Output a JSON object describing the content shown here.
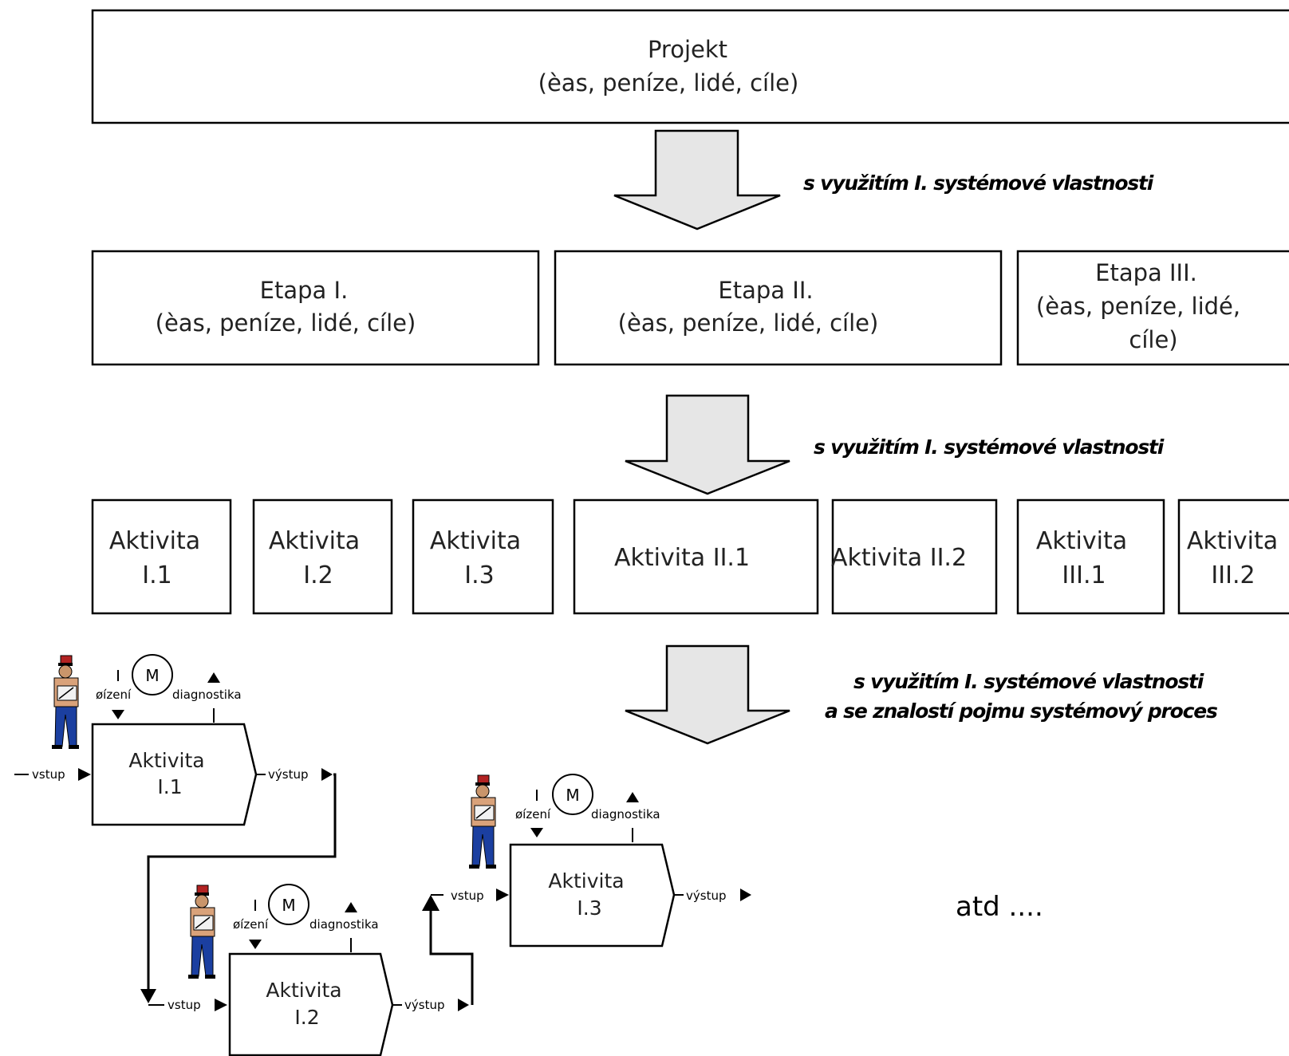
{
  "project": {
    "line1": "Projekt",
    "line2": "(èas, peníze, lidé, cíle)"
  },
  "notes": {
    "n1": "s využitím I. systémové vlastnosti",
    "n2": "s využitím I. systémové vlastnosti",
    "n3a": "s využitím I. systémové vlastnosti",
    "n3b": "a se znalostí pojmu systémový proces"
  },
  "stages": [
    {
      "line1": "Etapa I.",
      "line2": "(èas, peníze, lidé, cíle)"
    },
    {
      "line1": "Etapa II.",
      "line2": "(èas, peníze, lidé, cíle)"
    },
    {
      "line1": "Etapa III.",
      "line2": "(èas, peníze, lidé,",
      "line3": "cíle)"
    }
  ],
  "activities": [
    {
      "line1": "Aktivita",
      "line2": "I.1"
    },
    {
      "line1": "Aktivita",
      "line2": "I.2"
    },
    {
      "line1": "Aktivita",
      "line2": "I.3"
    },
    {
      "line1": "Aktivita II.1"
    },
    {
      "line1": "Aktivita II.2"
    },
    {
      "line1": "Aktivita",
      "line2": "III.1"
    },
    {
      "line1": "Aktivita",
      "line2": "III.2"
    }
  ],
  "processes": [
    {
      "line1": "Aktivita",
      "line2": "I.1",
      "input": "vstup",
      "output": "výstup",
      "control": "øízení",
      "diag": "diagnostika",
      "manager": "M"
    },
    {
      "line1": "Aktivita",
      "line2": "I.2",
      "input": "vstup",
      "output": "výstup",
      "control": "øízení",
      "diag": "diagnostika",
      "manager": "M"
    },
    {
      "line1": "Aktivita",
      "line2": "I.3",
      "input": "vstup",
      "output": "výstup",
      "control": "øízení",
      "diag": "diagnostika",
      "manager": "M"
    }
  ],
  "etc": "atd ...."
}
